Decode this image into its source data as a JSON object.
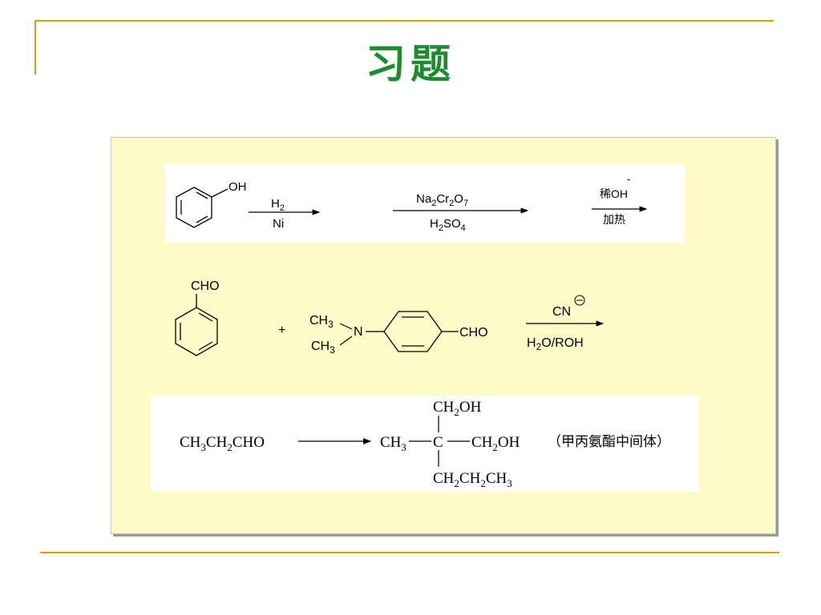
{
  "slide": {
    "title": "习题"
  },
  "reaction1": {
    "substituent": "OH",
    "step1_top": "H2",
    "step1_bottom": "Ni",
    "step2_top": "Na2Cr2O7",
    "step2_bottom": "H2SO4",
    "step3_top": "稀OH",
    "step3_charge": "-",
    "step3_bottom": "加热"
  },
  "reaction2": {
    "aldehyde_group": "CHO",
    "plus": "+",
    "methyl_top": "CH3",
    "methyl_bottom": "CH3",
    "nitrogen": "N",
    "aldehyde_group2": "CHO",
    "reagent_top": "CN",
    "reagent_bottom": "H2O/ROH"
  },
  "reaction3": {
    "reactant": "CH3CH2CHO",
    "left_group": "CH3",
    "center": "C",
    "top_group": "CH2OH",
    "right_group": "CH2OH",
    "bottom_group": "CH2CH2CH3",
    "note": "（甲丙氨酯中间体）"
  },
  "colors": {
    "accent_line": "#d4a017",
    "title": "#1e8c2e",
    "panel": "#fdfcc8"
  }
}
